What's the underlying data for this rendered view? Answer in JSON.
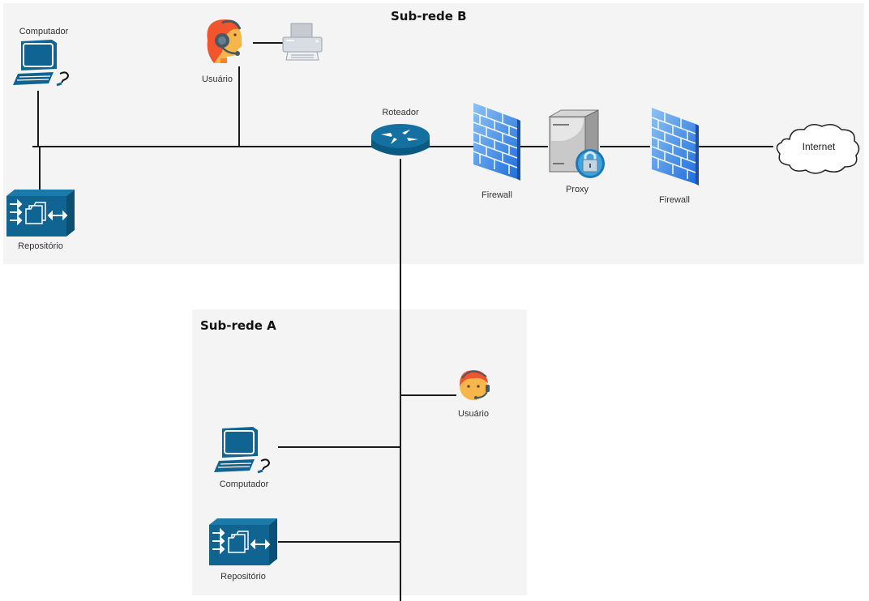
{
  "zones": {
    "subnet_b": {
      "title": "Sub-rede B"
    },
    "subnet_a": {
      "title": "Sub-rede A"
    }
  },
  "nodes": {
    "b_computer": {
      "label": "Computador",
      "icon": "computer-icon"
    },
    "b_user": {
      "label": "Usuário",
      "icon": "user-headset-icon"
    },
    "b_printer": {
      "label": "",
      "icon": "printer-icon"
    },
    "b_repository": {
      "label": "Repositório",
      "icon": "repository-icon"
    },
    "router": {
      "label": "Roteador",
      "icon": "router-icon"
    },
    "firewall_1": {
      "label": "Firewall",
      "icon": "firewall-icon"
    },
    "proxy": {
      "label": "Proxy",
      "icon": "proxy-server-icon"
    },
    "firewall_2": {
      "label": "Firewall",
      "icon": "firewall-icon"
    },
    "internet": {
      "label": "Internet",
      "icon": "cloud-icon"
    },
    "a_user": {
      "label": "Usuário",
      "icon": "user-headset-icon"
    },
    "a_computer": {
      "label": "Computador",
      "icon": "computer-icon"
    },
    "a_repository": {
      "label": "Repositório",
      "icon": "repository-icon"
    }
  },
  "colors": {
    "cisco_blue": "#0f6491",
    "firewall_blue": "#3f8fe6",
    "zone_bg": "#f4f4f4",
    "wire": "#1a1a1a"
  }
}
